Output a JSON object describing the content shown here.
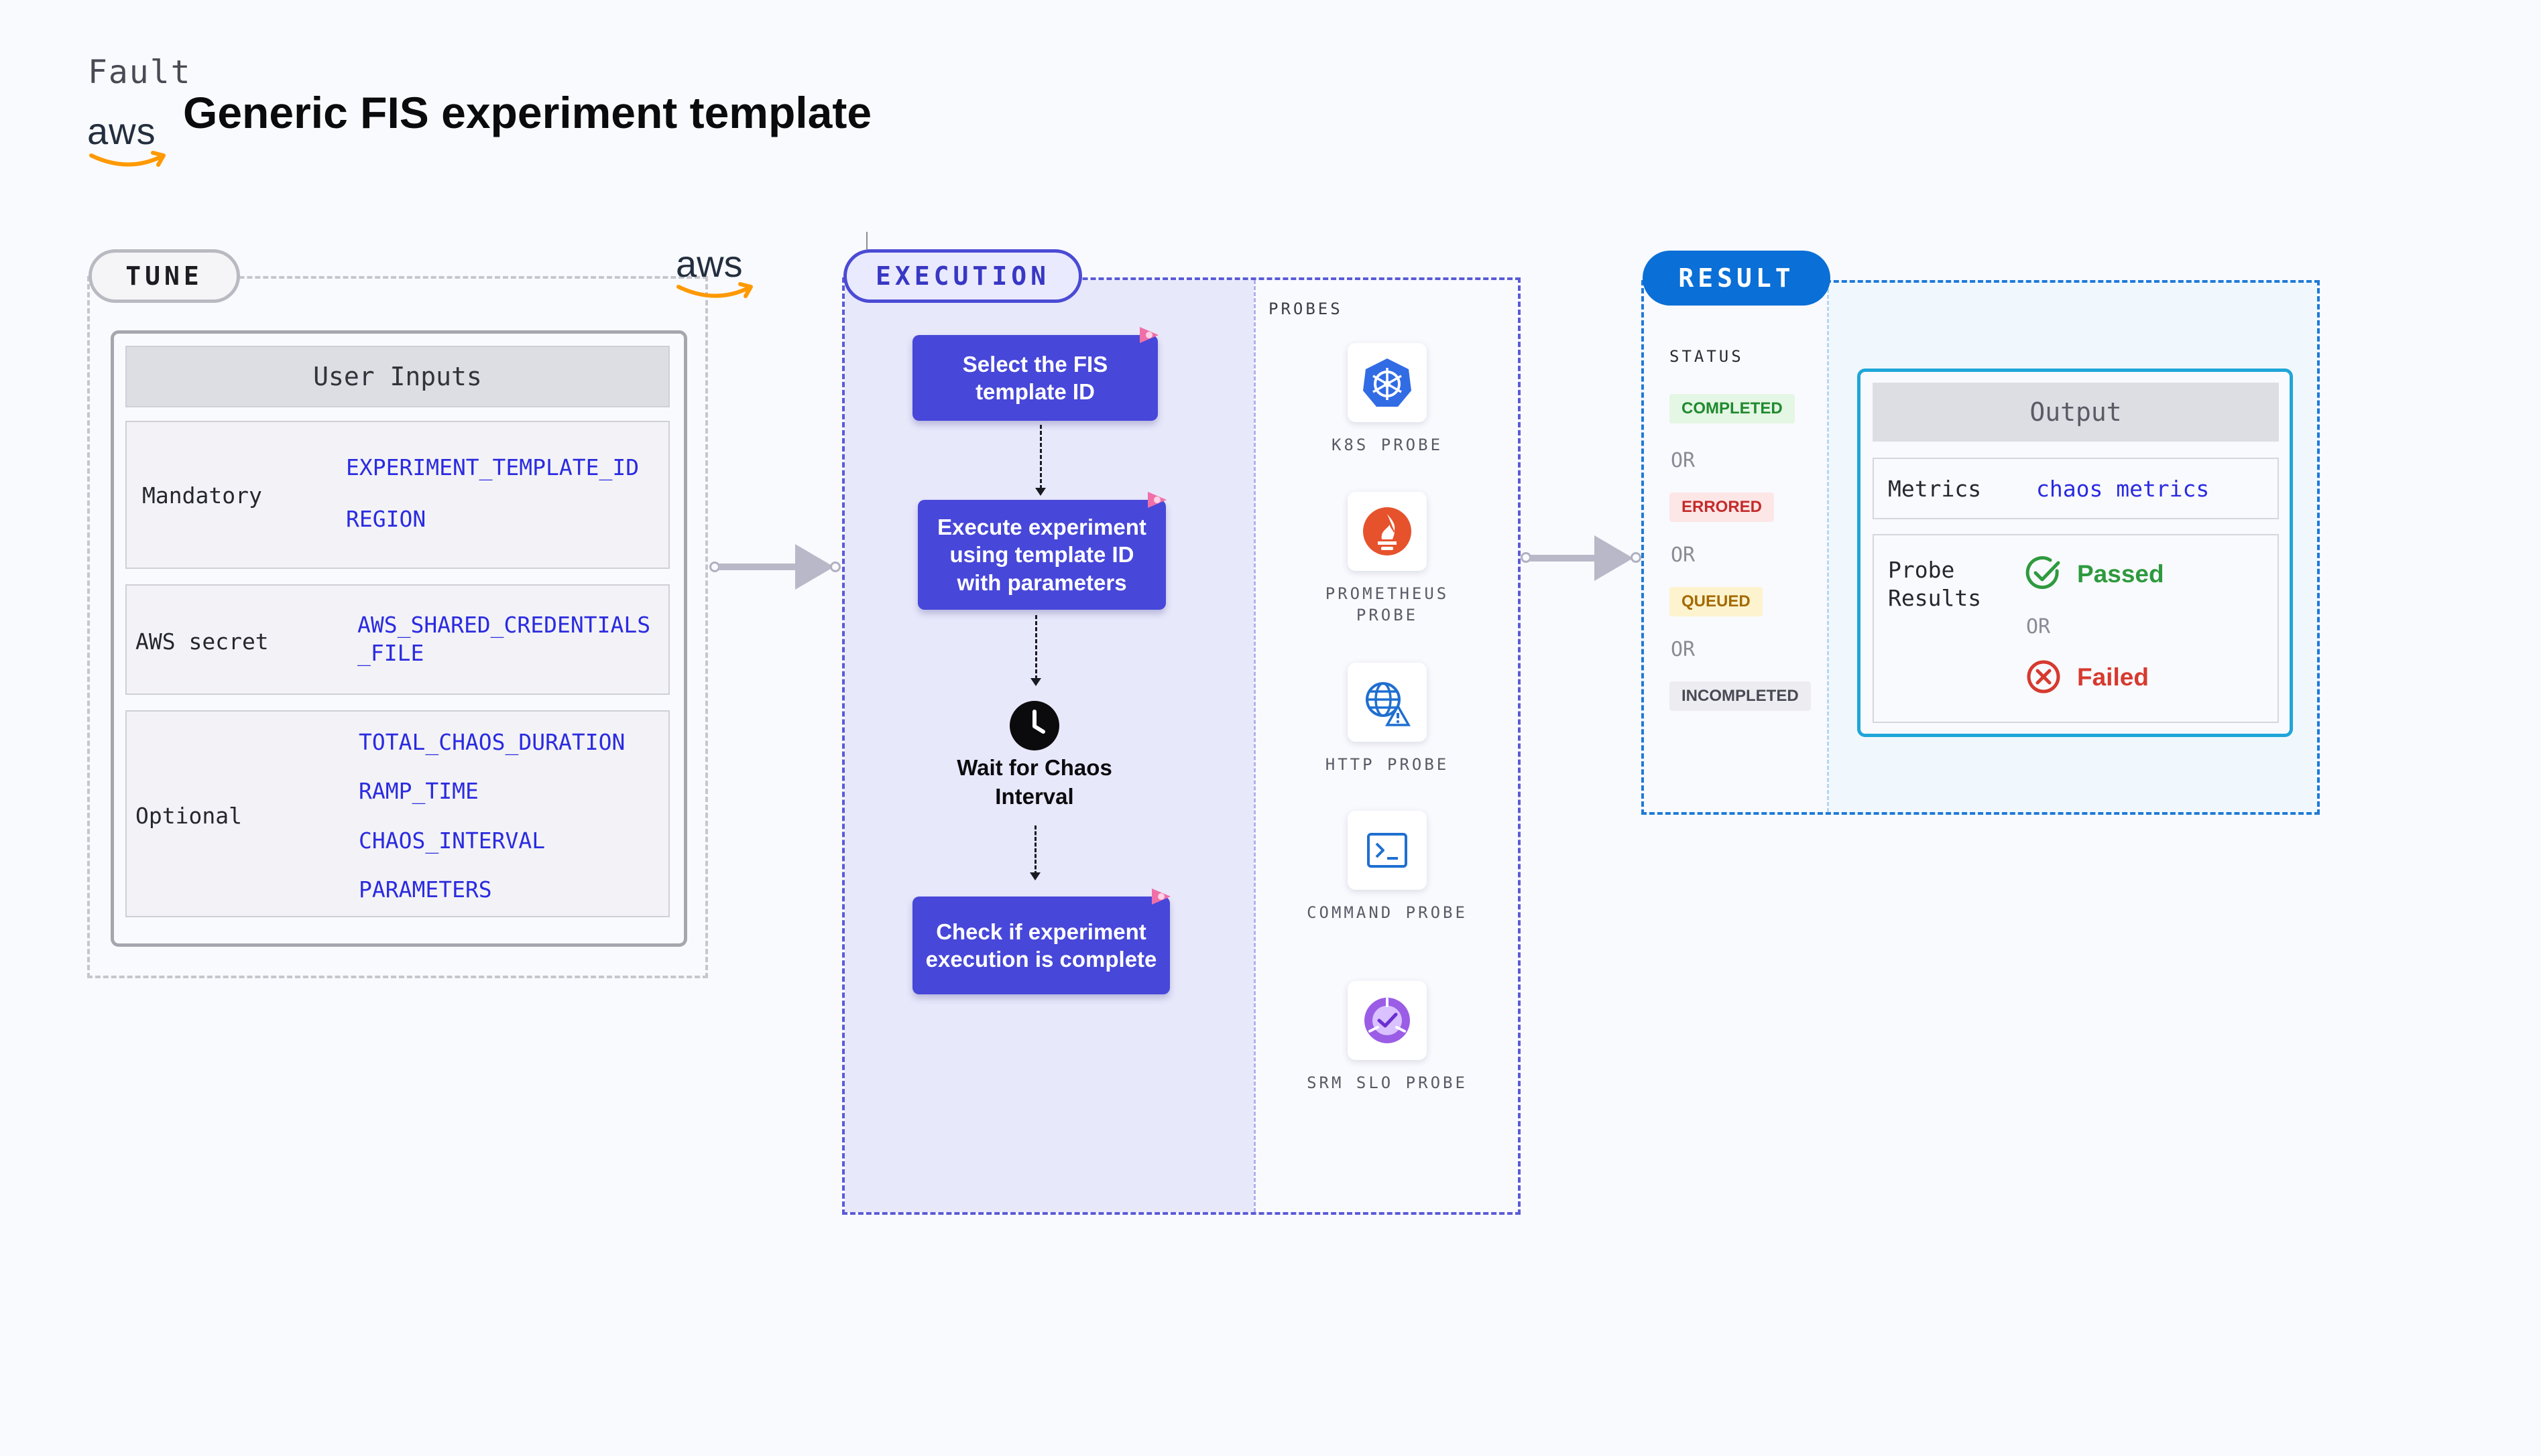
{
  "header": {
    "fault_label": "Fault",
    "title": "Generic FIS experiment template",
    "logo": "aws"
  },
  "tune": {
    "label": "TUNE",
    "logo": "aws",
    "panel_title": "User Inputs",
    "mandatory": {
      "label": "Mandatory",
      "params": [
        "EXPERIMENT_TEMPLATE_ID",
        "REGION"
      ]
    },
    "secret": {
      "label": "AWS secret",
      "params": [
        "AWS_SHARED_CREDENTIALS",
        "_FILE"
      ]
    },
    "optional": {
      "label": "Optional",
      "params": [
        "TOTAL_CHAOS_DURATION",
        "RAMP_TIME",
        "CHAOS_INTERVAL",
        "PARAMETERS"
      ]
    }
  },
  "execution": {
    "label": "EXECUTION",
    "steps": [
      "Select the FIS template ID",
      "Execute experiment using template ID with parameters",
      "Wait for Chaos Interval",
      "Check if experiment execution is complete"
    ],
    "probes_title": "PROBES",
    "probes": [
      {
        "label": "K8S PROBE",
        "icon": "kubernetes-icon"
      },
      {
        "label": "PROMETHEUS PROBE",
        "icon": "prometheus-icon"
      },
      {
        "label": "HTTP PROBE",
        "icon": "globe-icon"
      },
      {
        "label": "COMMAND PROBE",
        "icon": "terminal-icon"
      },
      {
        "label": "SRM SLO PROBE",
        "icon": "slo-icon"
      }
    ]
  },
  "result": {
    "label": "RESULT",
    "status_title": "STATUS",
    "statuses": [
      "COMPLETED",
      "ERRORED",
      "QUEUED",
      "INCOMPLETED"
    ],
    "or_text": "OR",
    "output_title": "Output",
    "metrics_label": "Metrics",
    "metrics_value": "chaos metrics",
    "probe_results_label": "Probe Results",
    "passed": "Passed",
    "failed": "Failed"
  },
  "colors": {
    "execution_accent": "#4747d9",
    "result_accent": "#0a6fd6",
    "passed": "#2e9a3e",
    "failed": "#d63a2f",
    "aws_orange": "#ff9900"
  }
}
